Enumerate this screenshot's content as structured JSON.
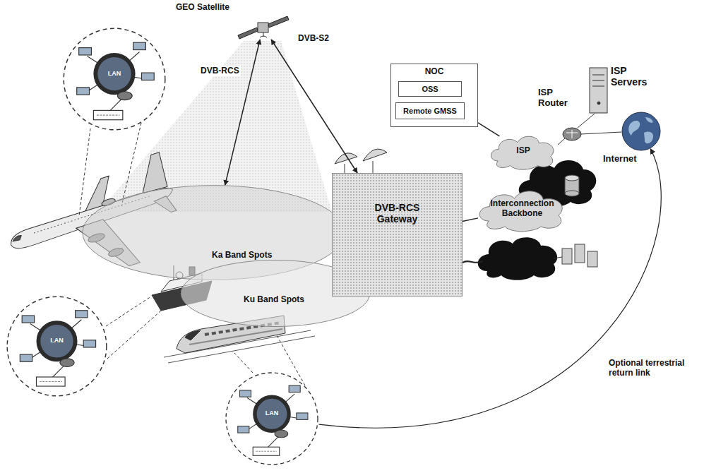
{
  "diagram": {
    "nodes": [
      {
        "text": [
          "GEO Satellite"
        ]
      },
      {
        "text": [
          "LAN"
        ]
      },
      {
        "text": [
          "NOC"
        ]
      },
      {
        "text": [
          "OSS"
        ],
        "in": 2
      },
      {
        "text": [
          "Remote GMSS"
        ],
        "in": 2
      },
      {
        "text": [
          "ISP"
        ]
      },
      {
        "text": [
          "Internet"
        ]
      },
      {
        "text": [
          "Ka Band Spots"
        ]
      },
      {
        "text": [
          "Ku Band Spots"
        ]
      },
      {
        "text": [
          "DVB-RCS Gateway"
        ]
      },
      {
        "text": [
          "Interconnection Backbone"
        ]
      },
      {
        "text": [
          "LAN"
        ]
      },
      {
        "text": [
          "LAN"
        ]
      }
    ],
    "edges": [
      {
        "from": 0,
        "to": 9,
        "label": "DVB-S2",
        "arrow": "both"
      },
      {
        "from": 0,
        "to": 7,
        "label": "DVB-RCS",
        "arrow": "both"
      },
      {
        "from": 9,
        "to": 10,
        "arrow": "none"
      },
      {
        "from": 2,
        "to": 5,
        "arrow": "none"
      },
      {
        "from": 12,
        "to": 6,
        "label": "Optional terrestrial return link",
        "arrow": "to"
      }
    ],
    "labels": [
      "ISP Servers",
      "ISP Router"
    ]
  }
}
